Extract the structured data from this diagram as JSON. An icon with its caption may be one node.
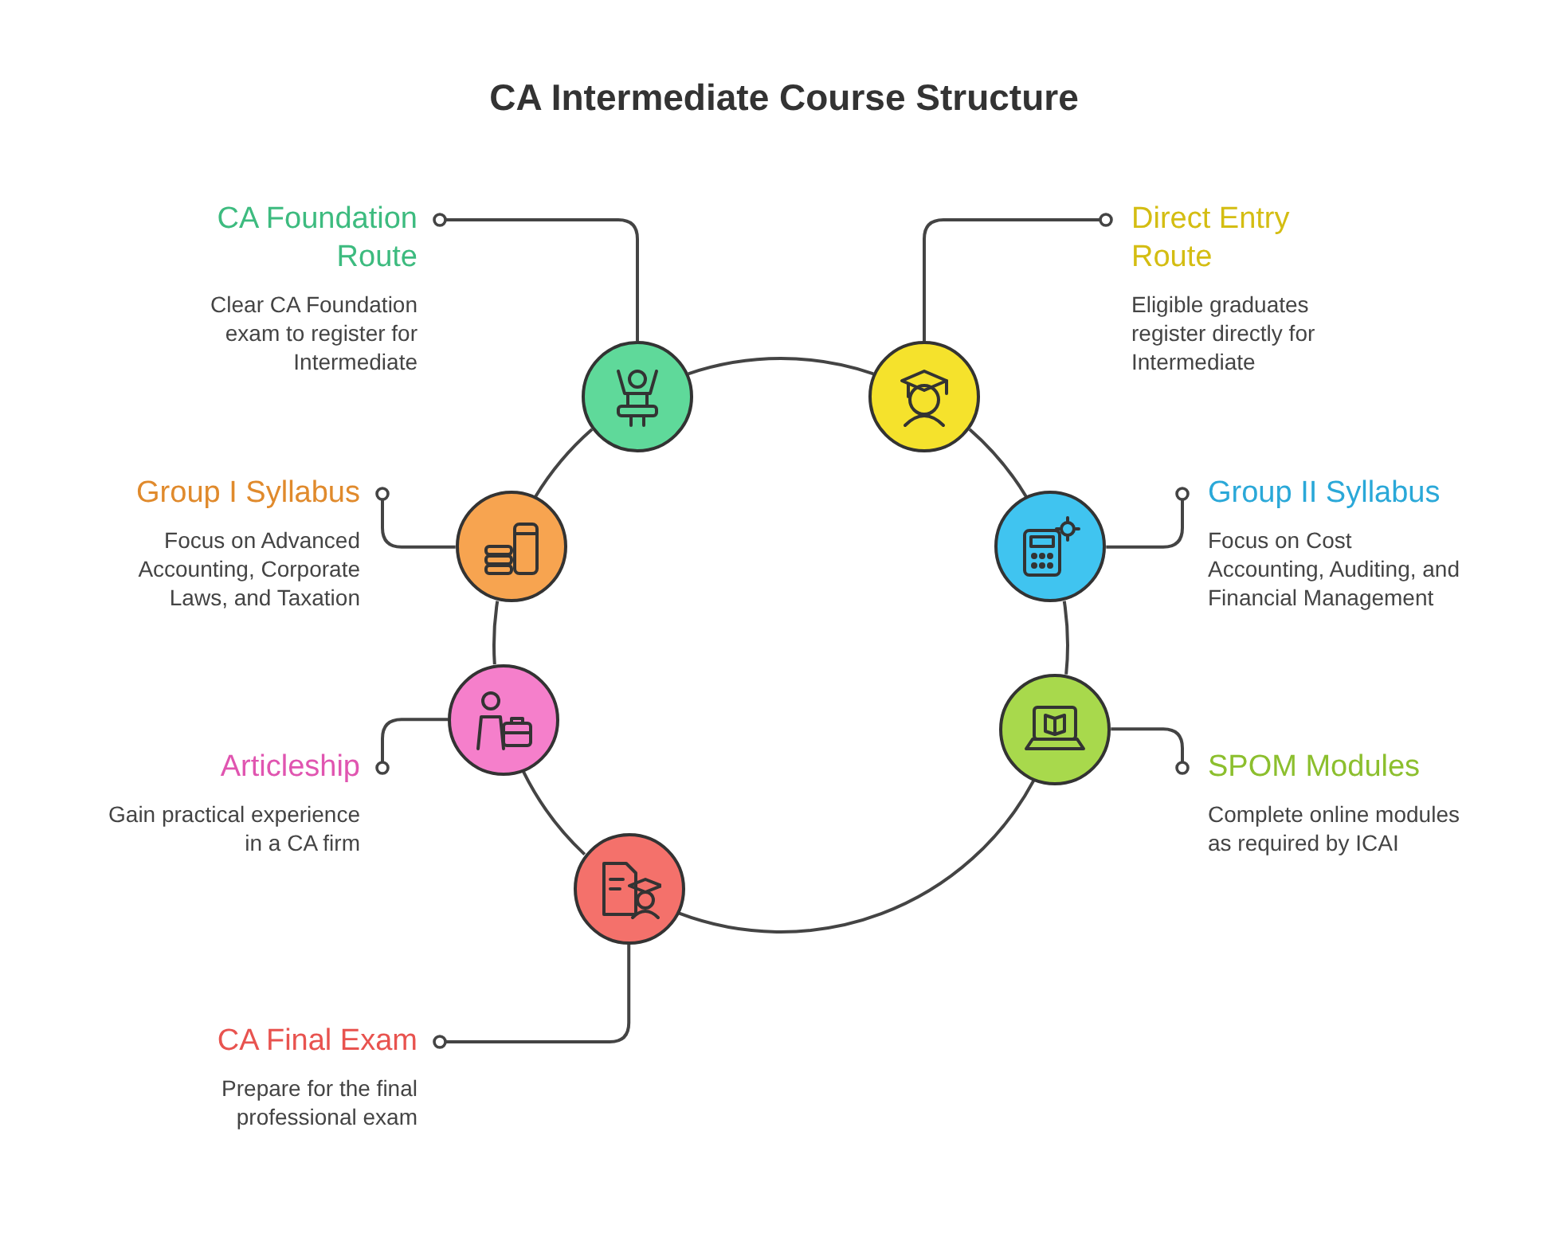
{
  "diagram": {
    "title": "CA Intermediate Course Structure",
    "nodes": [
      {
        "text": [
          "CA Foundation Route",
          "Clear CA Foundation exam to register for Intermediate"
        ]
      },
      {
        "text": [
          "Direct Entry Route",
          "Eligible graduates register directly for Intermediate"
        ]
      },
      {
        "text": [],
        "shape": "circle"
      },
      {
        "text": [],
        "shape": "circle"
      },
      {
        "text": [
          "Group I Syllabus",
          "Focus on Advanced Accounting, Corporate Laws, and Taxation"
        ]
      },
      {
        "text": [],
        "shape": "circle"
      },
      {
        "text": [],
        "shape": "circle"
      },
      {
        "text": [
          "Group II Syllabus",
          "Focus on Cost Accounting, Auditing, and Financial Management"
        ]
      },
      {
        "text": [
          "Articleship",
          "Gain practical experience in a CA firm"
        ]
      },
      {
        "text": [],
        "shape": "circle"
      },
      {
        "text": [],
        "shape": "circle"
      },
      {
        "text": [
          "SPOM Modules",
          "Complete online modules as required by ICAI"
        ]
      },
      {
        "text": [],
        "shape": "circle"
      },
      {
        "text": [
          "CA Final Exam",
          "Prepare for the final professional exam"
        ]
      }
    ],
    "edges": [
      {
        "from": 0,
        "to": 2,
        "arrow": "other"
      },
      {
        "from": 1,
        "to": 3,
        "arrow": "other"
      },
      {
        "from": 4,
        "to": 5,
        "arrow": "other"
      },
      {
        "from": 7,
        "to": 6,
        "arrow": "other"
      },
      {
        "from": 8,
        "to": 9,
        "arrow": "other"
      },
      {
        "from": 11,
        "to": 10,
        "arrow": "other"
      },
      {
        "from": 13,
        "to": 12,
        "arrow": "other"
      },
      {
        "from": 2,
        "to": 3,
        "arrow": "none"
      },
      {
        "from": 3,
        "to": 6,
        "arrow": "none"
      },
      {
        "from": 6,
        "to": 10,
        "arrow": "none"
      },
      {
        "from": 10,
        "to": 12,
        "arrow": "none"
      },
      {
        "from": 12,
        "to": 9,
        "arrow": "none"
      },
      {
        "from": 9,
        "to": 5,
        "arrow": "none"
      },
      {
        "from": 5,
        "to": 2,
        "arrow": "none"
      }
    ]
  }
}
